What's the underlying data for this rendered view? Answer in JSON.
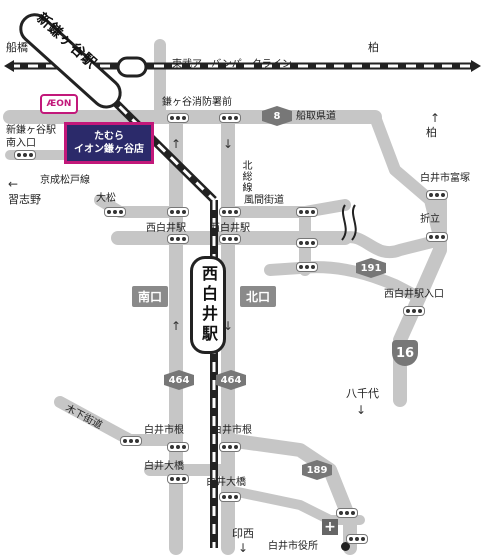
{
  "railways": {
    "top_line_name": "東武アーバンパークライン",
    "diagonal_station": "新鎌ヶ谷駅",
    "keisei_line": "京成松戸線",
    "hokuso_line": "北総線",
    "main_station": "西白井駅"
  },
  "directions": {
    "funabashi": "船橋",
    "kashiwa_top": "柏",
    "kashiwa_right": "柏",
    "narashino": "習志野",
    "yachiyo": "八千代",
    "inzai": "印西"
  },
  "store": {
    "logo_text": "ÆON",
    "name_line1": "たむら",
    "name_line2": "イオン鎌ヶ谷店"
  },
  "intersections": {
    "kamagaya_fire": "鎌ヶ谷消防署前",
    "shinkamagaya_south": "新鎌ヶ谷駅南入口",
    "omatsu": "大松",
    "fuma_kaido": "風間街道",
    "nishishiroi_w": "西白井駅",
    "nishishiroi_e": "西白井駅",
    "shiroi_tomizuka": "白井市富塚",
    "oritate": "折立",
    "nishishiroi_entrance": "西白井駅入口",
    "kinoshita_kaido": "木下街道",
    "shiroi_shine_w": "白井市根",
    "shiroi_shine_e": "白井市根",
    "shiroi_ohashi_w": "白井大橋",
    "shiroi_ohashi_e": "白井大橋",
    "shiroi_cityhall": "白井市役所"
  },
  "roads": {
    "funatori": "船取県道",
    "route8": "8",
    "route191": "191",
    "route16": "16",
    "route464_left": "464",
    "route464_right": "464",
    "route189": "189"
  },
  "exits": {
    "south": "南口",
    "north": "北口"
  },
  "colors": {
    "road": "#c6c6c6",
    "rail": "#222222",
    "aeon": "#c2187a",
    "store_bg": "#2b2a6a"
  }
}
